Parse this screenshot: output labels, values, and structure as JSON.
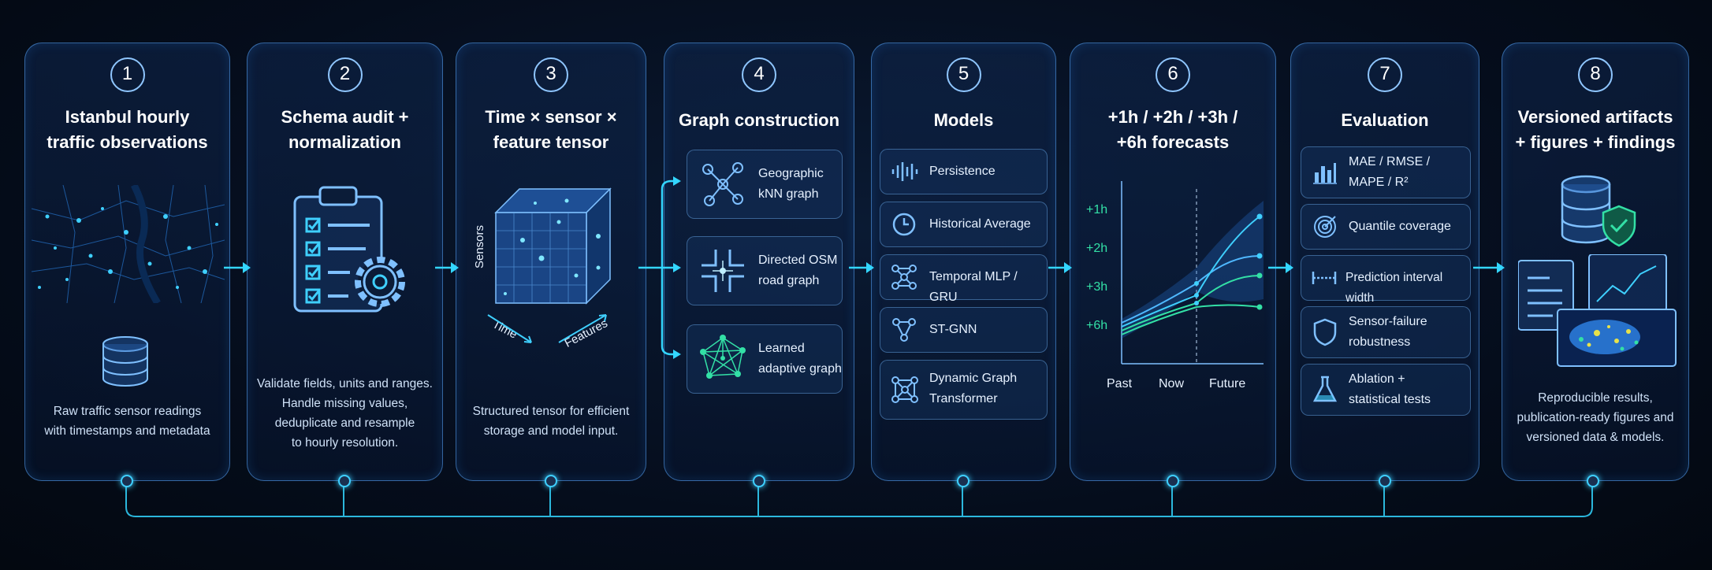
{
  "steps": [
    {
      "num": "1",
      "title": [
        "Istanbul hourly",
        "traffic observations"
      ],
      "desc": [
        "Raw traffic sensor readings",
        "with timestamps and metadata"
      ]
    },
    {
      "num": "2",
      "title": [
        "Schema audit +",
        "normalization"
      ],
      "desc": [
        "Validate fields, units and ranges.",
        "Handle missing values,",
        "deduplicate and resample",
        "to hourly resolution."
      ]
    },
    {
      "num": "3",
      "title": [
        "Time × sensor ×",
        "feature tensor"
      ],
      "desc": [
        "Structured tensor for efficient",
        "storage and model input."
      ],
      "axes": {
        "sensors": "Sensors",
        "time": "Time",
        "features": "Features"
      }
    },
    {
      "num": "4",
      "title": [
        "Graph construction"
      ],
      "graphs": [
        [
          "Geographic",
          "kNN graph"
        ],
        [
          "Directed OSM",
          "road graph"
        ],
        [
          "Learned",
          "adaptive graph"
        ]
      ]
    },
    {
      "num": "5",
      "title": [
        "Models"
      ],
      "models": [
        [
          "Persistence"
        ],
        [
          "Historical Average"
        ],
        [
          "Temporal MLP / GRU"
        ],
        [
          "ST-GNN"
        ],
        [
          "Dynamic Graph",
          "Transformer"
        ]
      ]
    },
    {
      "num": "6",
      "title": [
        "+1h / +2h / +3h /",
        "+6h forecasts"
      ],
      "horizons": [
        "+1h",
        "+2h",
        "+3h",
        "+6h"
      ],
      "xlabels": [
        "Past",
        "Now",
        "Future"
      ]
    },
    {
      "num": "7",
      "title": [
        "Evaluation"
      ],
      "metrics": [
        [
          "MAE / RMSE /",
          "MAPE / R²"
        ],
        [
          "Quantile coverage"
        ],
        [
          "Prediction interval width"
        ],
        [
          "Sensor-failure",
          "robustness"
        ],
        [
          "Ablation +",
          "statistical tests"
        ]
      ]
    },
    {
      "num": "8",
      "title": [
        "Versioned artifacts",
        "+ figures + findings"
      ],
      "desc": [
        "Reproducible results,",
        "publication-ready figures and",
        "versioned data & models."
      ]
    }
  ],
  "colors": {
    "accent": "#33d6ff",
    "green": "#33e0a6",
    "panel_border": "#5aaaff"
  }
}
